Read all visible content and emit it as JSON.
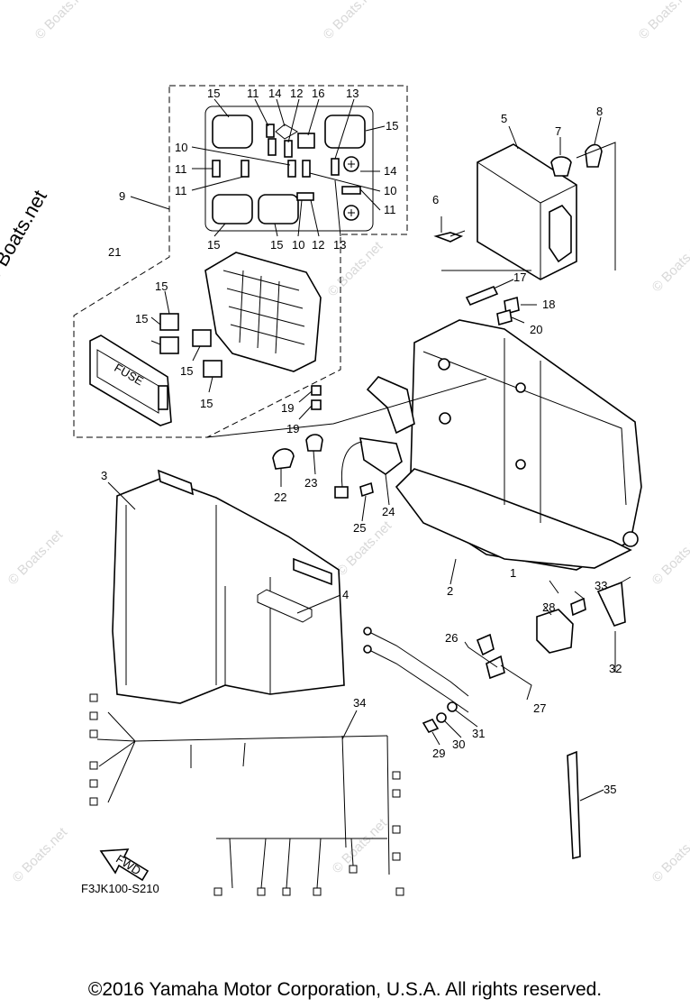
{
  "watermark": "© Boats.net",
  "catalog_code": "F3JK100-S210",
  "fwd_label": "FWD",
  "fuse_label": "FUSE",
  "copyright": "©2016 Yamaha Motor Corporation, U.S.A. All rights reserved.",
  "callouts": [
    "1",
    "2",
    "3",
    "4",
    "5",
    "6",
    "7",
    "8",
    "9",
    "10",
    "11",
    "12",
    "13",
    "14",
    "15",
    "16",
    "17",
    "18",
    "19",
    "20",
    "21",
    "22",
    "23",
    "24",
    "25",
    "26",
    "27",
    "28",
    "29",
    "30",
    "31",
    "32",
    "33",
    "34",
    "35"
  ],
  "box_callouts": {
    "top": [
      "15",
      "11",
      "14",
      "12",
      "16",
      "13",
      "15"
    ],
    "left": [
      "10",
      "11",
      "11"
    ],
    "right": [
      "14",
      "10",
      "11"
    ],
    "bottom": [
      "15",
      "15",
      "10",
      "12",
      "13"
    ]
  },
  "relay_callouts": [
    "15",
    "15",
    "15",
    "15"
  ],
  "callout_19_repeat": "19"
}
